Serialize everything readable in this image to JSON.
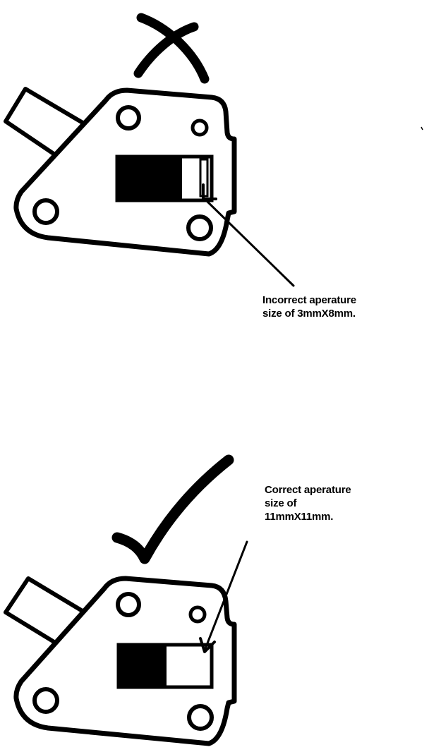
{
  "incorrect": {
    "label_line1": "Incorrect aperature",
    "label_line2": "size of 3mmX8mm.",
    "mark_icon": "cross-mark-icon"
  },
  "correct": {
    "label_line1": "Correct aperature",
    "label_line2": "size of",
    "label_line3": "11mmX11mm.",
    "mark_icon": "check-mark-icon"
  },
  "colors": {
    "ink": "#000000",
    "paper": "#ffffff"
  }
}
